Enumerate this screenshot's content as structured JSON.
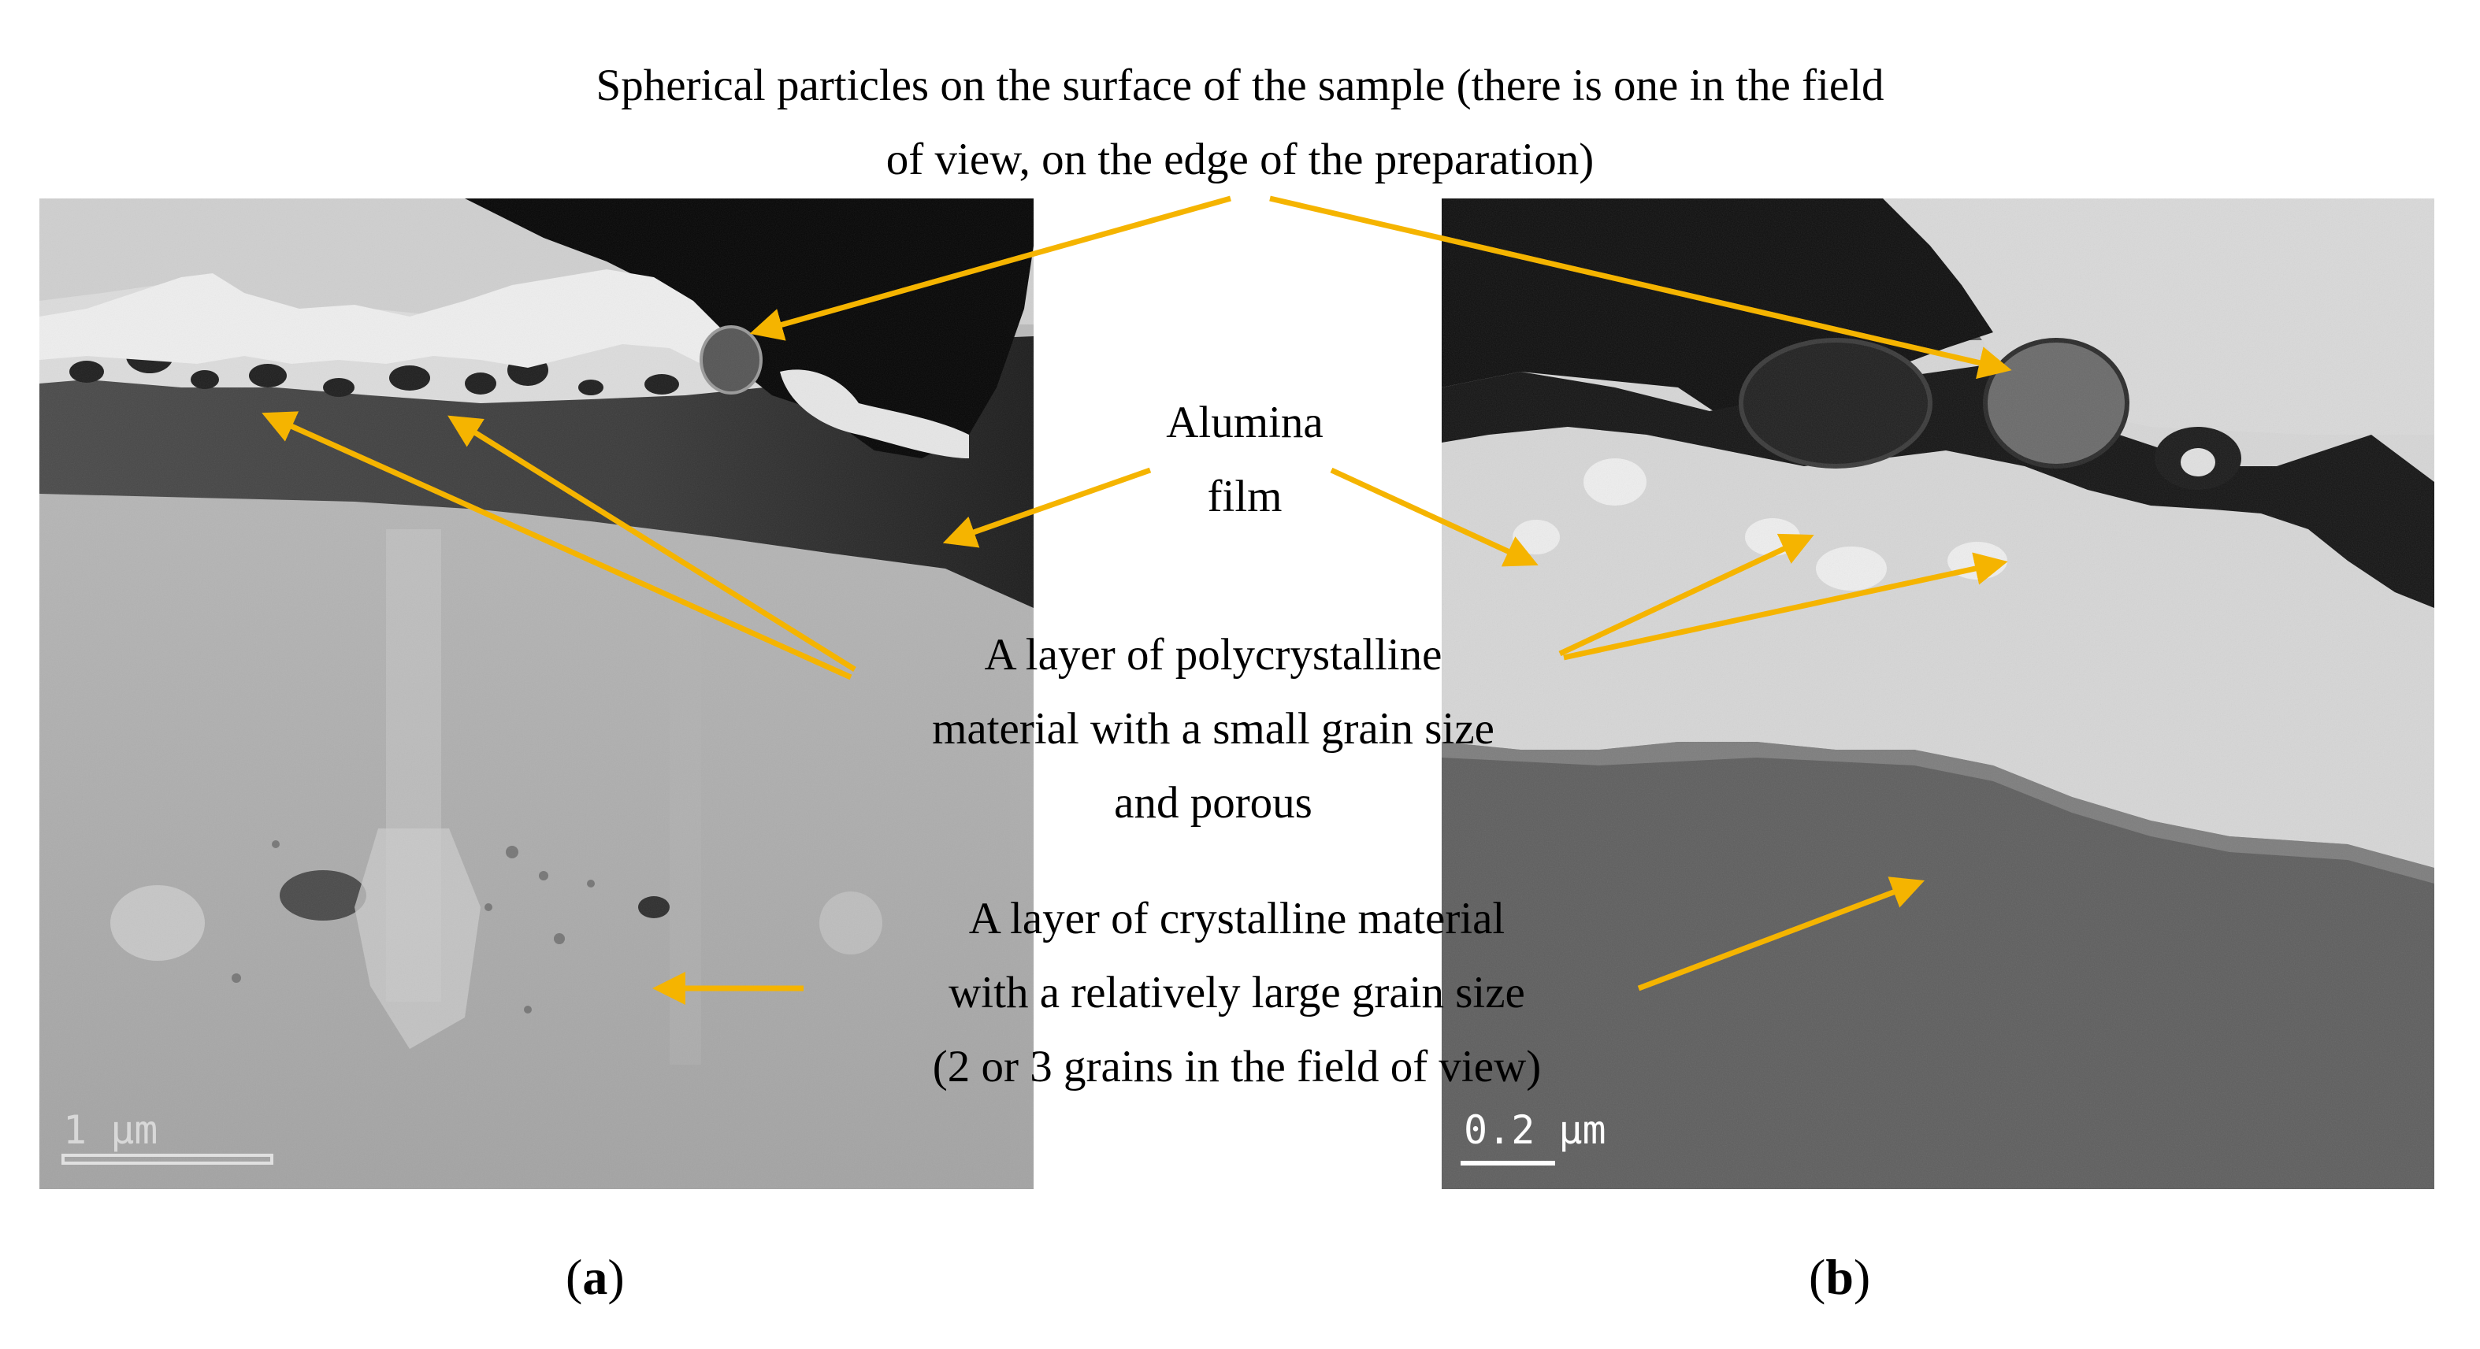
{
  "figure": {
    "annotation_color": "#F5B400",
    "labels": {
      "spherical_particles": {
        "line1": "Spherical particles on the surface of the sample (there is one in the field",
        "line2": "of view, on the edge of the preparation)"
      },
      "alumina_film": {
        "line1": "Alumina",
        "line2": "film"
      },
      "polycrystalline_layer": {
        "line1": "A layer of polycrystalline",
        "line2": "material with a small grain size",
        "line3": "and porous"
      },
      "crystalline_layer": {
        "line1": "A layer of crystalline material",
        "line2": "with a relatively large grain size",
        "line3": "(2 or 3 grains in the field of view)"
      }
    },
    "panels": [
      {
        "id": "a",
        "caption_letter": "a",
        "scale_bar": "1 μm",
        "scale_bar_color": "#D8D8D8"
      },
      {
        "id": "b",
        "caption_letter": "b",
        "scale_bar": "0.2 μm",
        "scale_bar_color": "#FFFFFF"
      }
    ]
  }
}
